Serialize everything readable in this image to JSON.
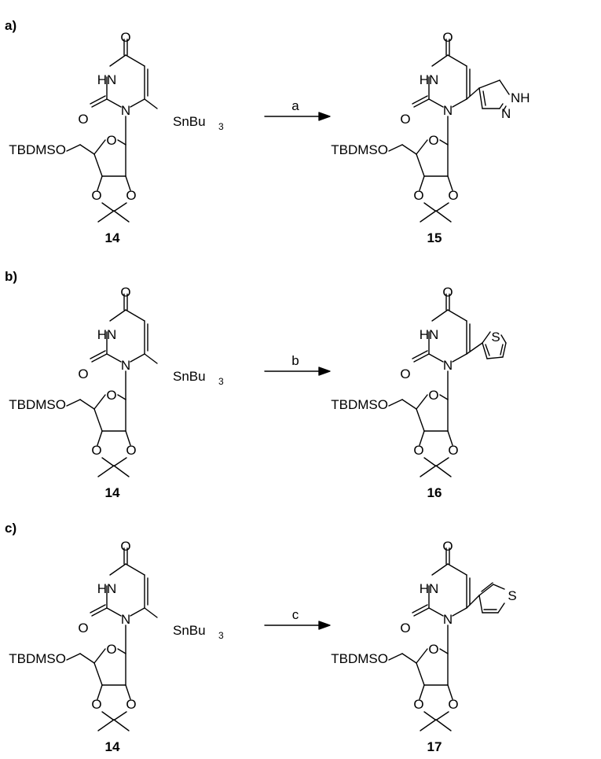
{
  "atoms": {
    "o": "O",
    "hn": "HN",
    "n": "N",
    "s": "S",
    "nh": "NH",
    "tbdmso": "TBDMSO",
    "snbu": "SnBu",
    "snbu_sub": "3"
  },
  "schemes": [
    {
      "panel": "a)",
      "condition": "a",
      "reactant": "14",
      "product": "15",
      "substituent": "pyrazol-4-yl"
    },
    {
      "panel": "b)",
      "condition": "b",
      "reactant": "14",
      "product": "16",
      "substituent": "thiophen-2-yl"
    },
    {
      "panel": "c)",
      "condition": "c",
      "reactant": "14",
      "product": "17",
      "substituent": "thiophen-3-yl"
    }
  ]
}
